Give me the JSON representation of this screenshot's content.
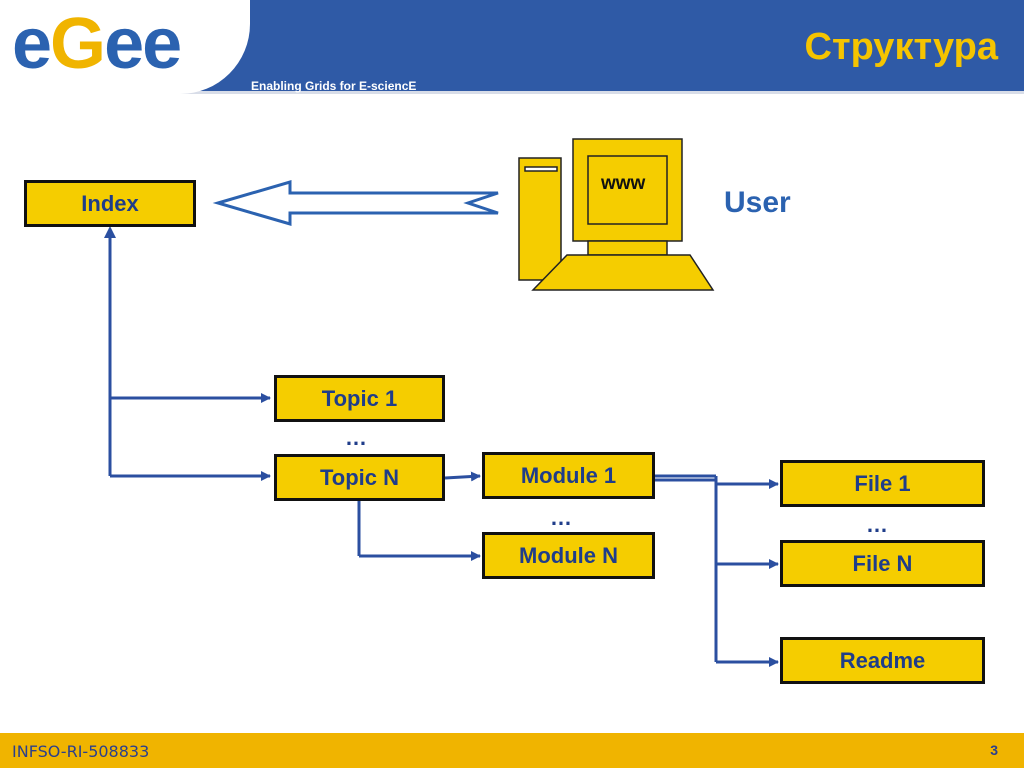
{
  "header": {
    "logo_prefix": "e",
    "logo_g": "G",
    "logo_suffix": "ee",
    "tagline": "Enabling Grids for E-sciencE",
    "title": "Структура"
  },
  "diagram": {
    "index": "Index",
    "user": "User",
    "screen_text": "www",
    "topic_1": "Topic 1",
    "topic_n": "Topic N",
    "module_1": "Module 1",
    "module_n": "Module N",
    "file_1": "File 1",
    "file_n": "File N",
    "readme": "Readme",
    "ellipsis": "…"
  },
  "footer": {
    "project_id": "INFSO-RI-508833",
    "page_number": "3"
  },
  "colors": {
    "header_blue": "#2f5aa6",
    "title_yellow": "#f5c400",
    "box_fill": "#f5cd00",
    "connector_blue": "#2b4fa0",
    "footer_yellow": "#f0b400"
  }
}
